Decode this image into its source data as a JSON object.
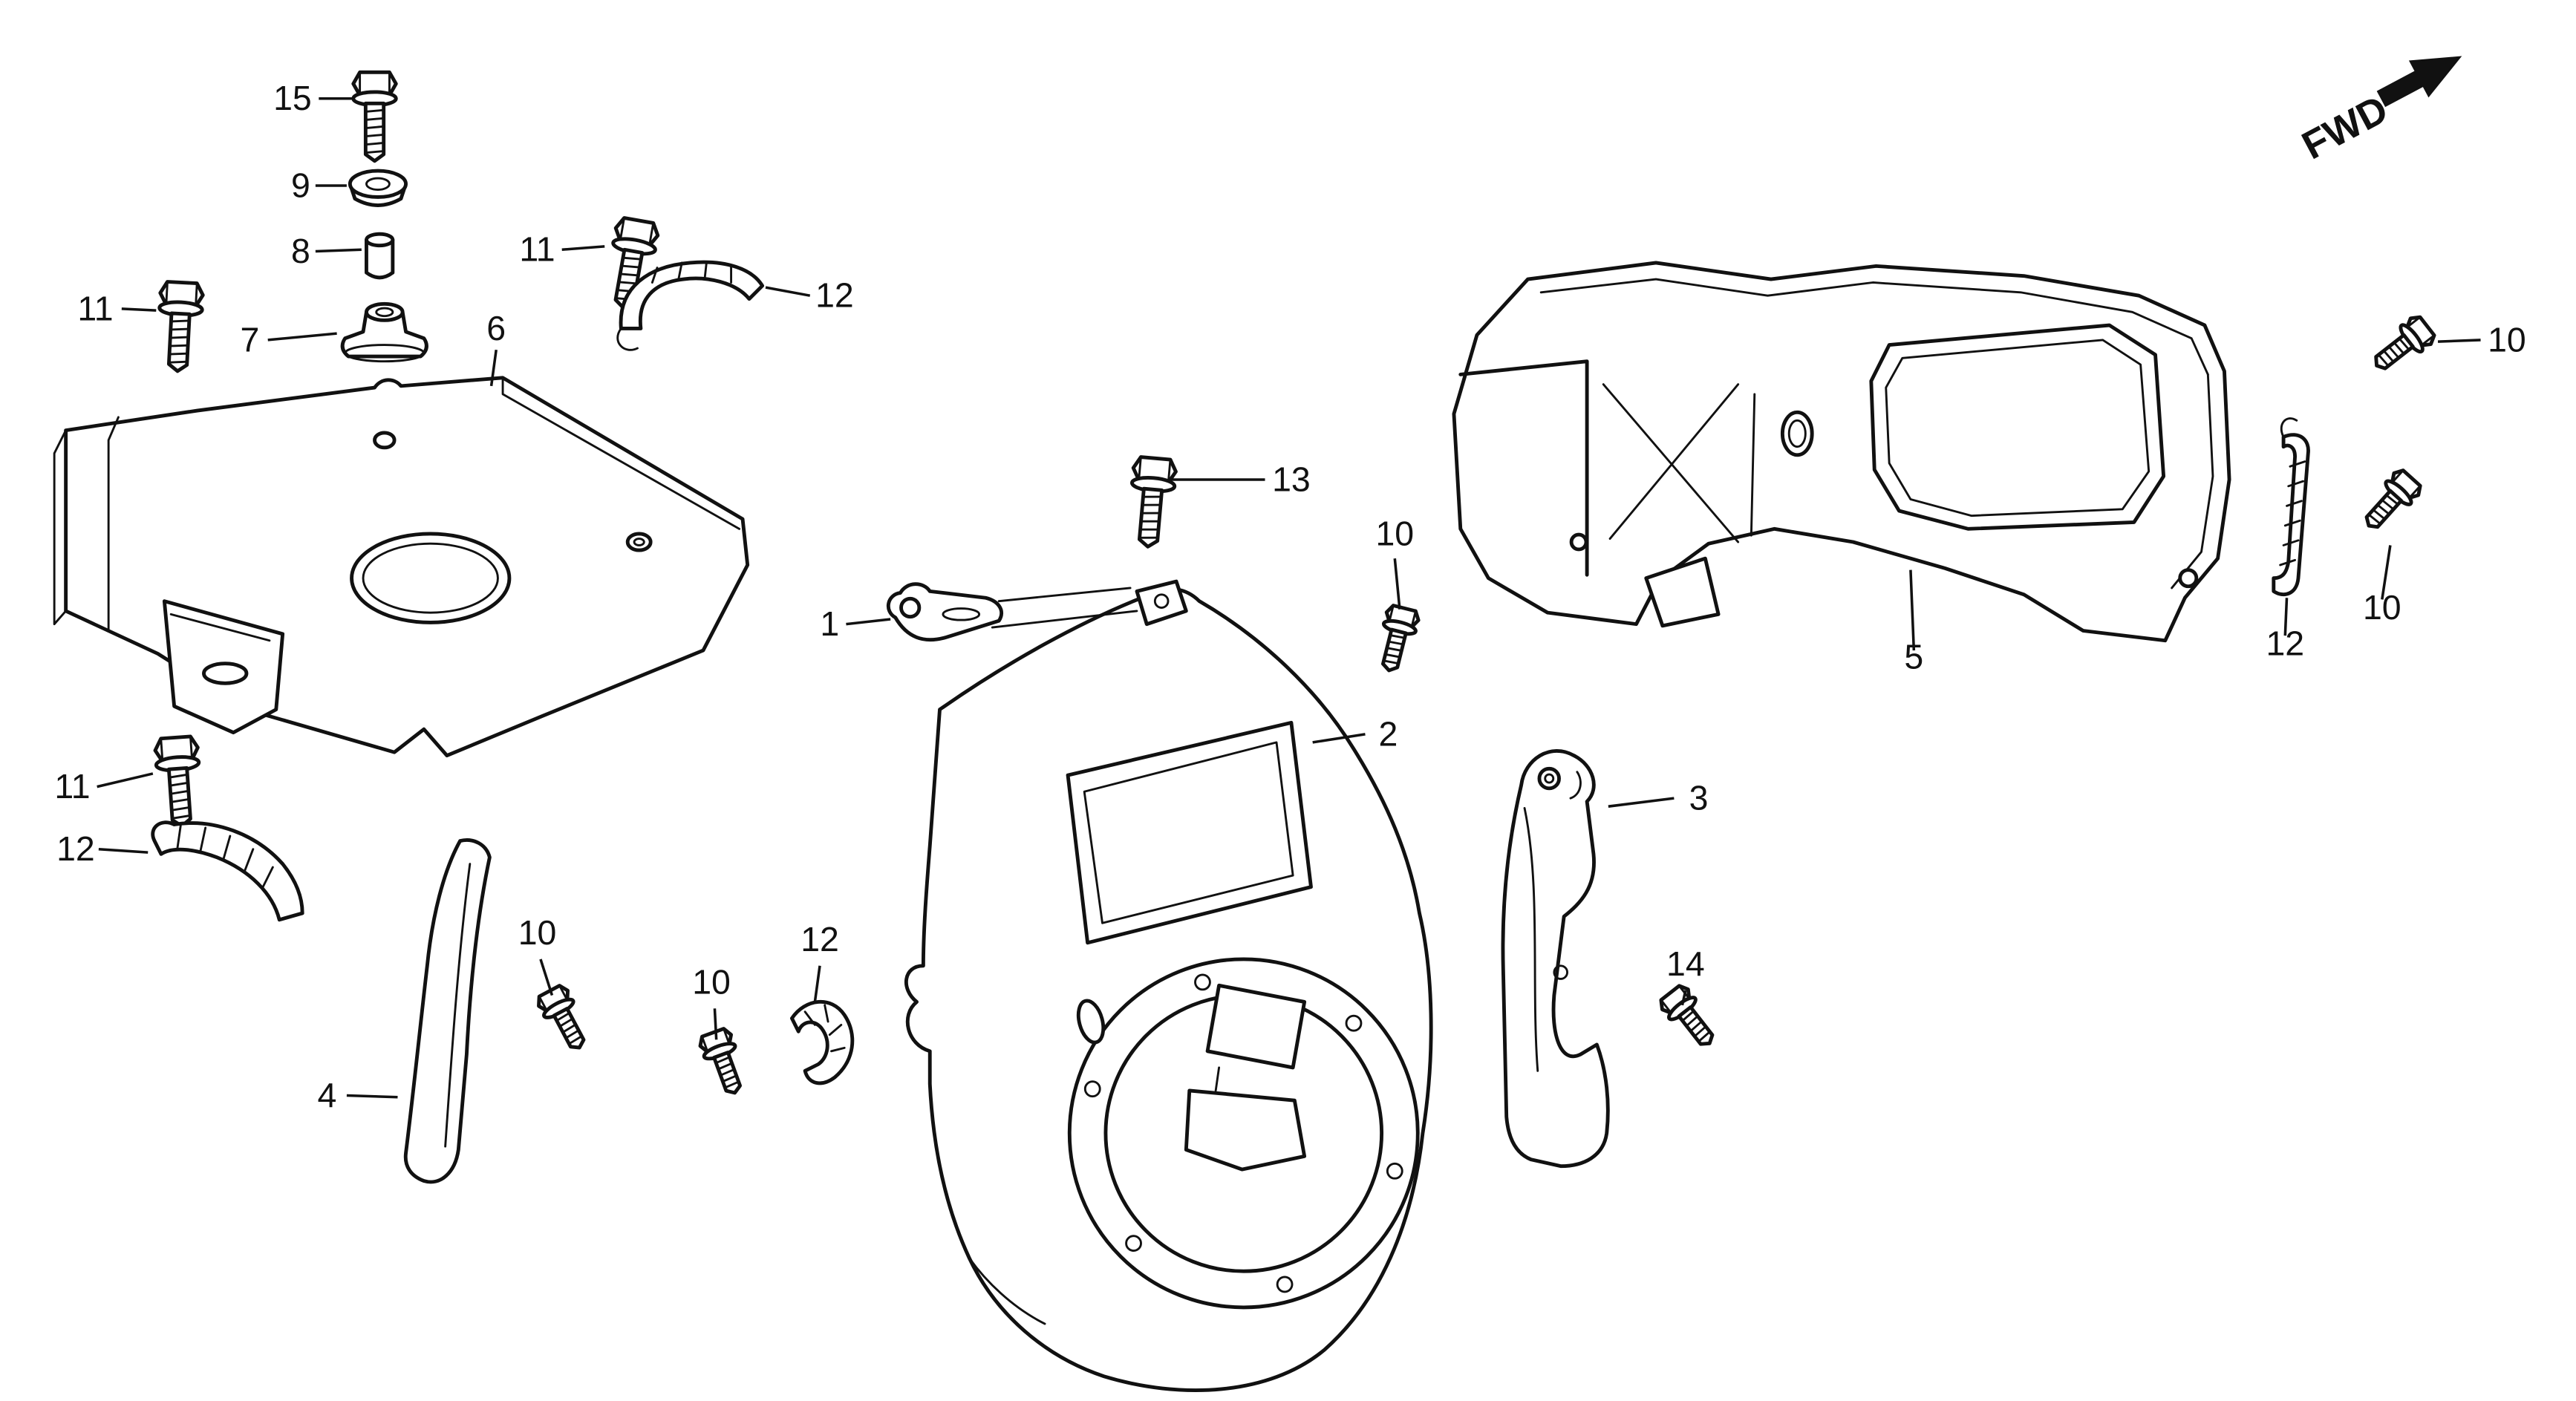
{
  "diagram": {
    "type": "exploded-parts-diagram",
    "background_color": "#ffffff",
    "line_color": "#111111",
    "fwd": {
      "label": "FWD"
    },
    "callouts": [
      {
        "label": "15"
      },
      {
        "label": "9"
      },
      {
        "label": "8"
      },
      {
        "label": "11"
      },
      {
        "label": "7"
      },
      {
        "label": "6"
      },
      {
        "label": "11"
      },
      {
        "label": "12"
      },
      {
        "label": "13"
      },
      {
        "label": "1"
      },
      {
        "label": "10"
      },
      {
        "label": "2"
      },
      {
        "label": "3"
      },
      {
        "label": "5"
      },
      {
        "label": "10"
      },
      {
        "label": "10"
      },
      {
        "label": "12"
      },
      {
        "label": "11"
      },
      {
        "label": "12"
      },
      {
        "label": "10"
      },
      {
        "label": "10"
      },
      {
        "label": "12"
      },
      {
        "label": "4"
      },
      {
        "label": "14"
      }
    ]
  }
}
